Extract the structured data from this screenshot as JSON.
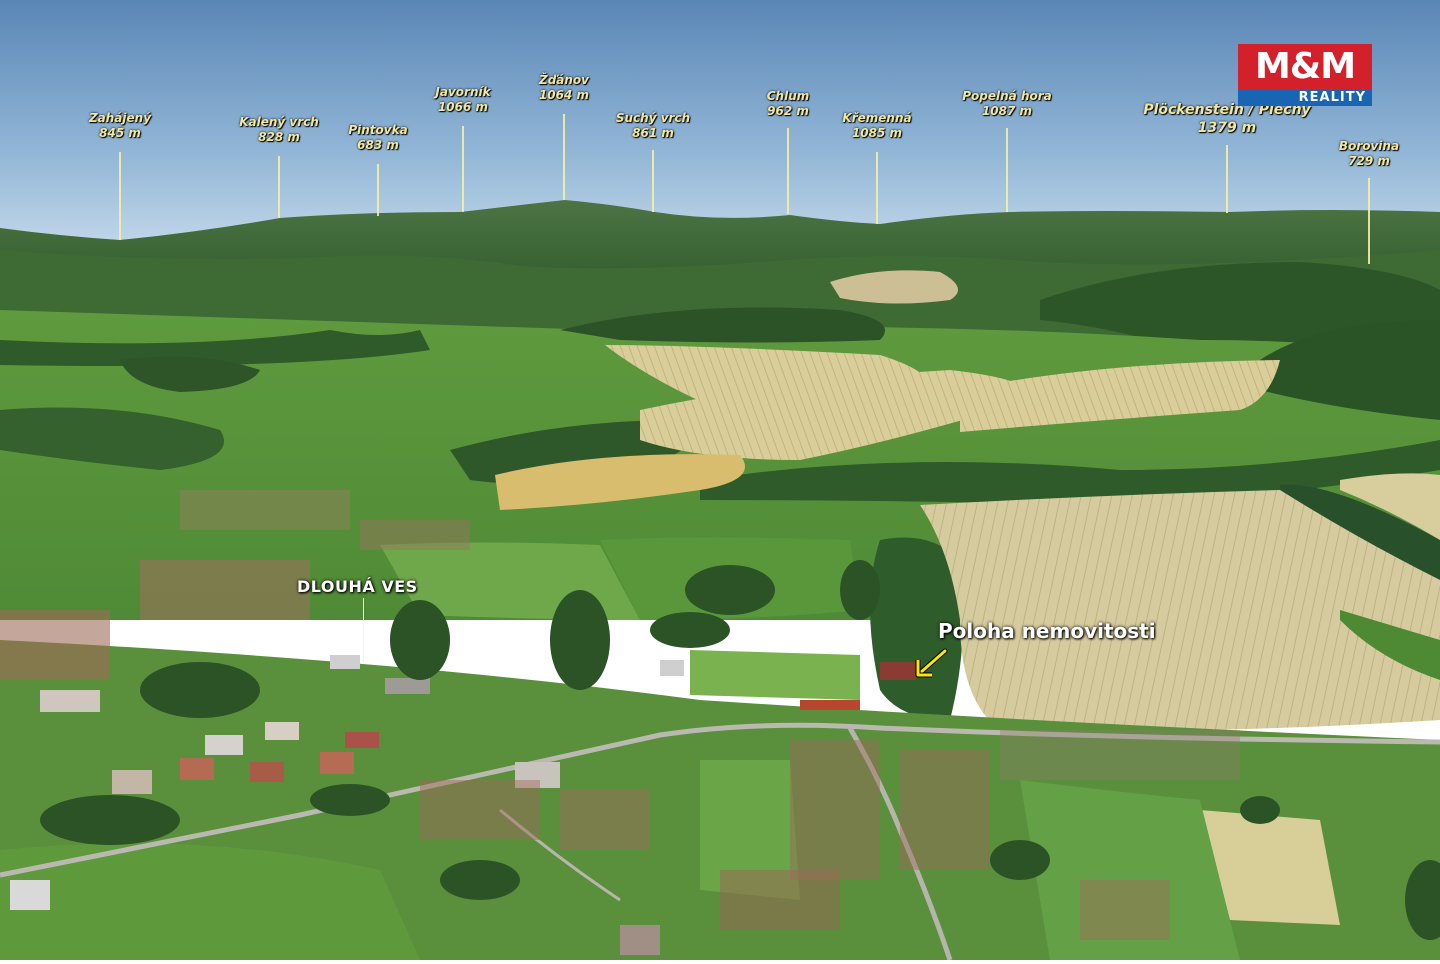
{
  "logo": {
    "main": "M&M",
    "sub": "REALITY"
  },
  "peaks": [
    {
      "name": "Zahájený",
      "elevation": "845 m"
    },
    {
      "name": "Kalený vrch",
      "elevation": "828 m"
    },
    {
      "name": "Pintovka",
      "elevation": "683 m"
    },
    {
      "name": "Javorník",
      "elevation": "1066 m"
    },
    {
      "name": "Žďánov",
      "elevation": "1064 m"
    },
    {
      "name": "Suchý vrch",
      "elevation": "861 m"
    },
    {
      "name": "Chlum",
      "elevation": "962 m"
    },
    {
      "name": "Křemenná",
      "elevation": "1085 m"
    },
    {
      "name": "Popelná hora",
      "elevation": "1087 m"
    },
    {
      "name": "Plöckenstein / Plechý",
      "elevation": "1379 m"
    },
    {
      "name": "Borovina",
      "elevation": "729 m"
    }
  ],
  "village_label": "DLOUHÁ VES",
  "property_label": "Poloha nemovitosti",
  "colors": {
    "sky_top": "#5a86b6",
    "sky_horizon": "#c9dcec",
    "forest": "#2f5a2a",
    "meadow": "#6fa84a",
    "field": "#d2c79a",
    "label": "#f2e7a0",
    "logo_red": "#d3212b",
    "logo_blue": "#1a64b4",
    "arrow": "#ffe600"
  }
}
